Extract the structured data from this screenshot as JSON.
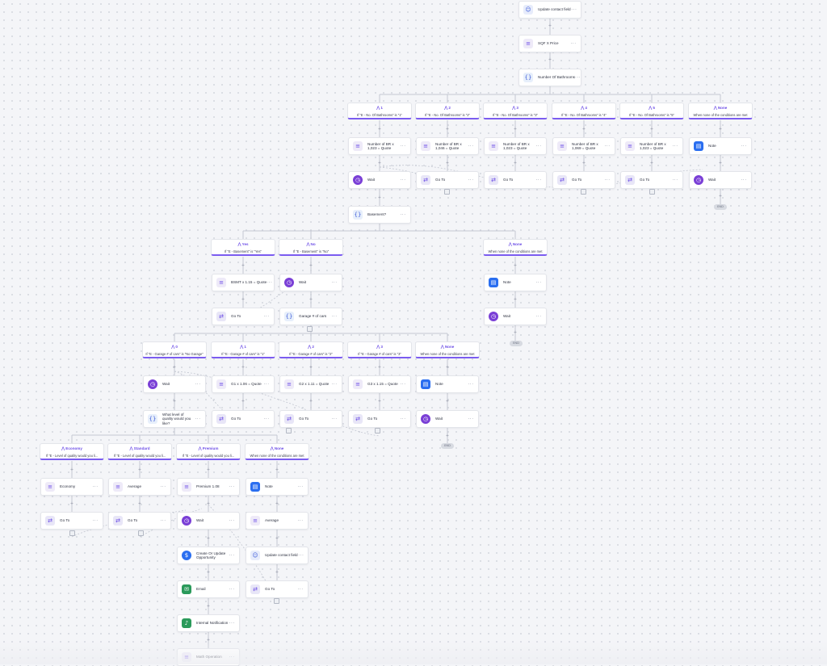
{
  "colors": {
    "canvas_bg": "#f4f5f8",
    "accent_purple": "#7b5cf0",
    "connector": "#c4c8d2",
    "icon_bg": {
      "contact": "#e7ecfb",
      "math": "#eeeaf8",
      "branch": "#e7effb",
      "goto": "#e8e6f7",
      "wait": "#7a3fd6",
      "note": "#2a6ef0",
      "opportunity": "#2a6ef0",
      "email": "#2b9a5b",
      "notification": "#2b9a5b"
    }
  },
  "icons": {
    "contact": "user-icon",
    "math": "calculator-icon",
    "branch": "curly-braces-icon",
    "goto": "goto-arrows-icon",
    "wait": "clock-icon",
    "note": "note-icon",
    "opportunity": "opportunity-icon",
    "email": "email-icon",
    "notification": "bell-icon",
    "split": "split-branch-icon",
    "more": "ellipsis-icon"
  },
  "end_label": "END",
  "nodes": [
    {
      "type": "contact",
      "label": "Update contact field"
    },
    {
      "type": "math",
      "label": "SQF X Price"
    },
    {
      "type": "branch",
      "label": "Number Of Bathrooms"
    },
    {
      "type": "math",
      "label": "Number of BR x 1,023 = Quote"
    },
    {
      "type": "math",
      "label": "Number of BR x 1,046 = Quote"
    },
    {
      "type": "math",
      "label": "Number of BR x 1,023 = Quote"
    },
    {
      "type": "math",
      "label": "Number of BR x 1,069 = Quote"
    },
    {
      "type": "math",
      "label": "Number of BR x 1,023 = Quote"
    },
    {
      "type": "note",
      "label": "Note"
    },
    {
      "type": "wait",
      "label": "Wait"
    },
    {
      "type": "goto",
      "label": "Go To"
    },
    {
      "type": "goto",
      "label": "Go To"
    },
    {
      "type": "goto",
      "label": "Go To"
    },
    {
      "type": "goto",
      "label": "Go To"
    },
    {
      "type": "wait",
      "label": "Wait"
    },
    {
      "type": "branch",
      "label": "Basement?"
    },
    {
      "type": "math",
      "label": "BSMT x 1.15 = Quote"
    },
    {
      "type": "wait",
      "label": "Wait"
    },
    {
      "type": "note",
      "label": "Note"
    },
    {
      "type": "goto",
      "label": "Go To"
    },
    {
      "type": "branch",
      "label": "Garage # of cars"
    },
    {
      "type": "wait",
      "label": "Wait"
    },
    {
      "type": "wait",
      "label": "Wait"
    },
    {
      "type": "math",
      "label": "G1 x 1.06 = Quote"
    },
    {
      "type": "math",
      "label": "G2 x 1.11 = Quote"
    },
    {
      "type": "math",
      "label": "G3 x 1.15 = Quote"
    },
    {
      "type": "note",
      "label": "Note"
    },
    {
      "type": "branch",
      "label": "What level of quality would you like?"
    },
    {
      "type": "goto",
      "label": "Go To"
    },
    {
      "type": "goto",
      "label": "Go To"
    },
    {
      "type": "goto",
      "label": "Go To"
    },
    {
      "type": "wait",
      "label": "Wait"
    },
    {
      "type": "math",
      "label": "Economy"
    },
    {
      "type": "math",
      "label": "Average"
    },
    {
      "type": "math",
      "label": "Premium 1.08"
    },
    {
      "type": "note",
      "label": "Note"
    },
    {
      "type": "goto",
      "label": "Go To"
    },
    {
      "type": "goto",
      "label": "Go To"
    },
    {
      "type": "wait",
      "label": "Wait"
    },
    {
      "type": "math",
      "label": "Average"
    },
    {
      "type": "opportunity",
      "label": "Create Or Update Opportunity"
    },
    {
      "type": "contact",
      "label": "Update contact field"
    },
    {
      "type": "email",
      "label": "Email"
    },
    {
      "type": "goto",
      "label": "Go To"
    },
    {
      "type": "notification",
      "label": "Internal Notification"
    },
    {
      "type": "math",
      "label": "Math Operation"
    }
  ],
  "branches": [
    {
      "title": "1",
      "condition": "If \"E - No. Of Bathrooms\" is \"1\""
    },
    {
      "title": "2",
      "condition": "If \"E - No. Of Bathrooms\" is \"2\""
    },
    {
      "title": "3",
      "condition": "If \"E - No. Of Bathrooms\" is \"3\""
    },
    {
      "title": "4",
      "condition": "If \"E - No. Of Bathrooms\" is \"4\""
    },
    {
      "title": "5",
      "condition": "If \"E - No. Of Bathrooms\" is \"5\""
    },
    {
      "title": "None",
      "condition": "When none of the conditions are met"
    },
    {
      "title": "Yes",
      "condition": "If \"E - Basement\" is \"Yes\""
    },
    {
      "title": "No",
      "condition": "If \"E - Basement\" is \"No\""
    },
    {
      "title": "None",
      "condition": "When none of the conditions are met"
    },
    {
      "title": "0",
      "condition": "If \"E - Garage # of cars\" is \"No Garage\""
    },
    {
      "title": "1",
      "condition": "If \"E - Garage # of cars\" is \"1\""
    },
    {
      "title": "2",
      "condition": "If \"E - Garage # of cars\" is \"2\""
    },
    {
      "title": "3",
      "condition": "If \"E - Garage # of cars\" is \"3\""
    },
    {
      "title": "None",
      "condition": "When none of the conditions are met"
    },
    {
      "title": "Economy",
      "condition": "If \"E - Level of quality would you li..."
    },
    {
      "title": "Standard",
      "condition": "If \"E - Level of quality would you li..."
    },
    {
      "title": "Premium",
      "condition": "If \"E - Level of quality would you li..."
    },
    {
      "title": "None",
      "condition": "When none of the conditions are met"
    }
  ]
}
